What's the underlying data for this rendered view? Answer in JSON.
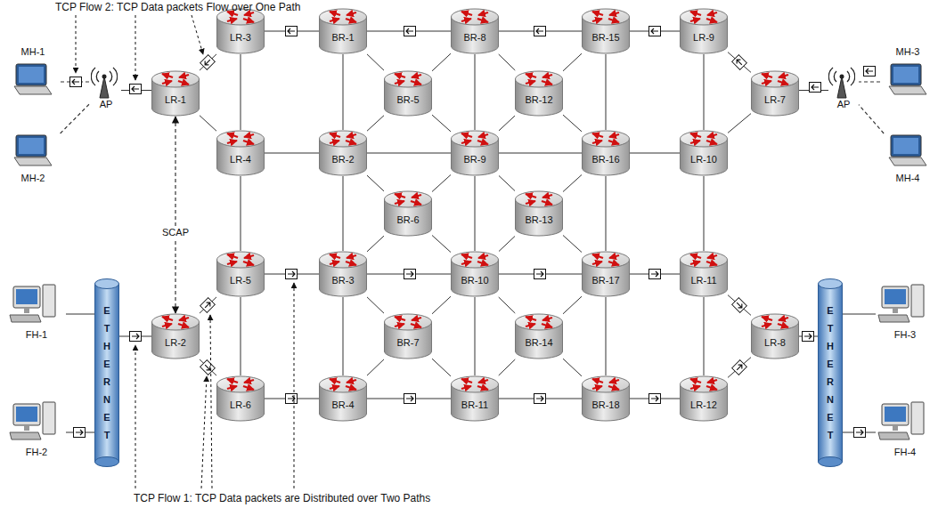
{
  "diagram": {
    "nodes": [
      {
        "text": [
          "MH-1"
        ]
      },
      {
        "text": [
          "MH-2"
        ]
      },
      {
        "text": [
          "AP"
        ]
      },
      {
        "text": [
          "LR-1"
        ]
      },
      {
        "text": [
          "LR-3"
        ]
      },
      {
        "text": [
          "BR-1"
        ]
      },
      {
        "text": [
          "BR-8"
        ]
      },
      {
        "text": [
          "BR-15"
        ]
      },
      {
        "text": [
          "LR-9"
        ]
      },
      {
        "text": [
          "MH-3"
        ]
      },
      {
        "text": [
          "MH-4"
        ]
      },
      {
        "text": [
          "AP"
        ]
      },
      {
        "text": [
          "LR-7"
        ]
      },
      {
        "text": [
          "BR-5"
        ]
      },
      {
        "text": [
          "BR-12"
        ]
      },
      {
        "text": [
          "LR-4"
        ]
      },
      {
        "text": [
          "BR-2"
        ]
      },
      {
        "text": [
          "BR-9"
        ]
      },
      {
        "text": [
          "BR-16"
        ]
      },
      {
        "text": [
          "LR-10"
        ]
      },
      {
        "text": [
          "BR-6"
        ]
      },
      {
        "text": [
          "BR-13"
        ]
      },
      {
        "text": [
          "FH-1"
        ]
      },
      {
        "text": [
          "FH-2"
        ]
      },
      {
        "text": [
          "ETHERNET"
        ]
      },
      {
        "text": [
          "LR-2"
        ]
      },
      {
        "text": [
          "LR-5"
        ]
      },
      {
        "text": [
          "BR-3"
        ]
      },
      {
        "text": [
          "BR-10"
        ]
      },
      {
        "text": [
          "BR-17"
        ]
      },
      {
        "text": [
          "LR-11"
        ]
      },
      {
        "text": [
          "FH-3"
        ]
      },
      {
        "text": [
          "FH-4"
        ]
      },
      {
        "text": [
          "ETHERNET"
        ]
      },
      {
        "text": [
          "LR-8"
        ]
      },
      {
        "text": [
          "BR-7"
        ]
      },
      {
        "text": [
          "BR-14"
        ]
      },
      {
        "text": [
          "LR-6"
        ]
      },
      {
        "text": [
          "BR-4"
        ]
      },
      {
        "text": [
          "BR-11"
        ]
      },
      {
        "text": [
          "BR-18"
        ]
      },
      {
        "text": [
          "LR-12"
        ]
      }
    ],
    "edges": [
      {
        "from": 0,
        "to": 2,
        "arrow": "none"
      },
      {
        "from": 1,
        "to": 2,
        "arrow": "none"
      },
      {
        "from": 2,
        "to": 3,
        "arrow": "none"
      },
      {
        "from": 3,
        "to": 4,
        "arrow": "none"
      },
      {
        "from": 3,
        "to": 15,
        "arrow": "none"
      },
      {
        "from": 4,
        "to": 15,
        "arrow": "none"
      },
      {
        "from": 4,
        "to": 5,
        "arrow": "none"
      },
      {
        "from": 5,
        "to": 6,
        "arrow": "none"
      },
      {
        "from": 6,
        "to": 7,
        "arrow": "none"
      },
      {
        "from": 7,
        "to": 8,
        "arrow": "none"
      },
      {
        "from": 8,
        "to": 12,
        "arrow": "none"
      },
      {
        "from": 9,
        "to": 11,
        "arrow": "none"
      },
      {
        "from": 10,
        "to": 11,
        "arrow": "none"
      },
      {
        "from": 11,
        "to": 12,
        "arrow": "none"
      },
      {
        "from": 8,
        "to": 19,
        "arrow": "none"
      },
      {
        "from": 19,
        "to": 12,
        "arrow": "none"
      },
      {
        "from": 5,
        "to": 13,
        "arrow": "none"
      },
      {
        "from": 13,
        "to": 6,
        "arrow": "none"
      },
      {
        "from": 13,
        "to": 16,
        "arrow": "none"
      },
      {
        "from": 13,
        "to": 17,
        "arrow": "none"
      },
      {
        "from": 6,
        "to": 14,
        "arrow": "none"
      },
      {
        "from": 14,
        "to": 7,
        "arrow": "none"
      },
      {
        "from": 14,
        "to": 17,
        "arrow": "none"
      },
      {
        "from": 14,
        "to": 18,
        "arrow": "none"
      },
      {
        "from": 5,
        "to": 16,
        "arrow": "none"
      },
      {
        "from": 6,
        "to": 17,
        "arrow": "none"
      },
      {
        "from": 7,
        "to": 18,
        "arrow": "none"
      },
      {
        "from": 15,
        "to": 16,
        "arrow": "none"
      },
      {
        "from": 16,
        "to": 17,
        "arrow": "none"
      },
      {
        "from": 17,
        "to": 18,
        "arrow": "none"
      },
      {
        "from": 18,
        "to": 19,
        "arrow": "none"
      },
      {
        "from": 16,
        "to": 20,
        "arrow": "none"
      },
      {
        "from": 20,
        "to": 17,
        "arrow": "none"
      },
      {
        "from": 17,
        "to": 21,
        "arrow": "none"
      },
      {
        "from": 21,
        "to": 18,
        "arrow": "none"
      },
      {
        "from": 20,
        "to": 27,
        "arrow": "none"
      },
      {
        "from": 20,
        "to": 28,
        "arrow": "none"
      },
      {
        "from": 21,
        "to": 28,
        "arrow": "none"
      },
      {
        "from": 21,
        "to": 29,
        "arrow": "none"
      },
      {
        "from": 15,
        "to": 26,
        "arrow": "none"
      },
      {
        "from": 16,
        "to": 27,
        "arrow": "none"
      },
      {
        "from": 17,
        "to": 28,
        "arrow": "none"
      },
      {
        "from": 18,
        "to": 29,
        "arrow": "none"
      },
      {
        "from": 19,
        "to": 30,
        "arrow": "none"
      },
      {
        "from": 3,
        "to": 25,
        "arrow": "both",
        "label": "SCAP"
      },
      {
        "from": 22,
        "to": 24,
        "arrow": "none"
      },
      {
        "from": 23,
        "to": 24,
        "arrow": "none"
      },
      {
        "from": 24,
        "to": 25,
        "arrow": "none"
      },
      {
        "from": 25,
        "to": 26,
        "arrow": "none"
      },
      {
        "from": 25,
        "to": 37,
        "arrow": "none"
      },
      {
        "from": 26,
        "to": 27,
        "arrow": "none"
      },
      {
        "from": 27,
        "to": 28,
        "arrow": "none"
      },
      {
        "from": 28,
        "to": 29,
        "arrow": "none"
      },
      {
        "from": 29,
        "to": 30,
        "arrow": "none"
      },
      {
        "from": 30,
        "to": 34,
        "arrow": "none"
      },
      {
        "from": 34,
        "to": 33,
        "arrow": "none"
      },
      {
        "from": 31,
        "to": 33,
        "arrow": "none"
      },
      {
        "from": 32,
        "to": 33,
        "arrow": "none"
      },
      {
        "from": 27,
        "to": 35,
        "arrow": "none"
      },
      {
        "from": 35,
        "to": 28,
        "arrow": "none"
      },
      {
        "from": 28,
        "to": 36,
        "arrow": "none"
      },
      {
        "from": 36,
        "to": 29,
        "arrow": "none"
      },
      {
        "from": 35,
        "to": 38,
        "arrow": "none"
      },
      {
        "from": 35,
        "to": 39,
        "arrow": "none"
      },
      {
        "from": 36,
        "to": 39,
        "arrow": "none"
      },
      {
        "from": 36,
        "to": 40,
        "arrow": "none"
      },
      {
        "from": 26,
        "to": 37,
        "arrow": "none"
      },
      {
        "from": 27,
        "to": 38,
        "arrow": "none"
      },
      {
        "from": 28,
        "to": 39,
        "arrow": "none"
      },
      {
        "from": 29,
        "to": 40,
        "arrow": "none"
      },
      {
        "from": 30,
        "to": 41,
        "arrow": "none"
      },
      {
        "from": 41,
        "to": 34,
        "arrow": "none"
      },
      {
        "from": 37,
        "to": 38,
        "arrow": "none"
      },
      {
        "from": 38,
        "to": 39,
        "arrow": "none"
      },
      {
        "from": 39,
        "to": 40,
        "arrow": "none"
      },
      {
        "from": 40,
        "to": 41,
        "arrow": "none"
      }
    ],
    "labels": [
      "TCP Flow 2: TCP Data packets Flow over One Path",
      "TCP Flow 1: TCP Data packets are Distributed over Two Paths"
    ]
  }
}
